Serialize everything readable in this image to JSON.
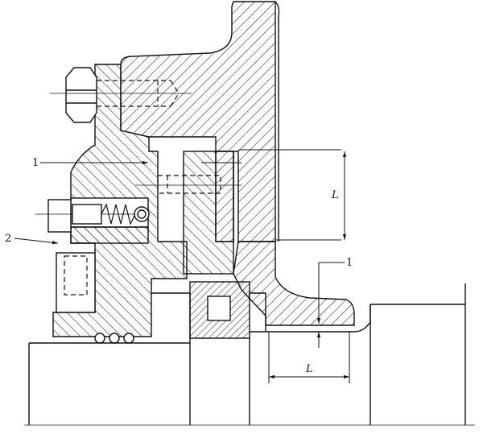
{
  "callouts": {
    "part_1_upper": "1",
    "part_2": "2",
    "part_1_lower": "1"
  },
  "dimensions": {
    "vertical": "L",
    "horizontal": "L"
  },
  "colors": {
    "line": "#111111",
    "background": "#ffffff"
  }
}
